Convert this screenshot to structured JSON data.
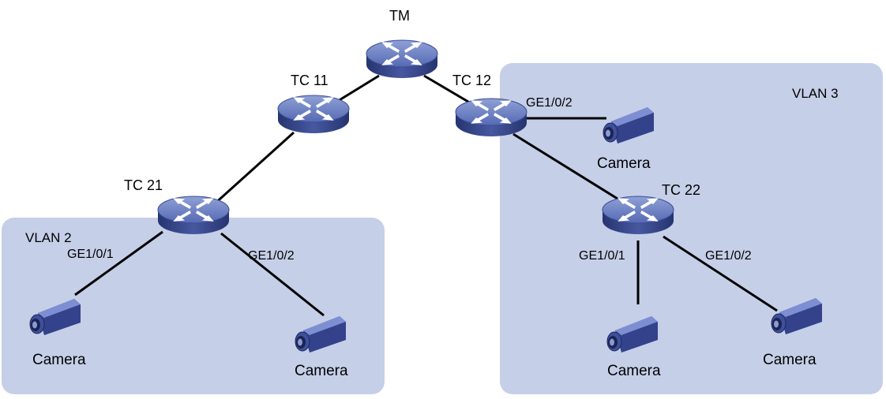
{
  "vlans": [
    {
      "id": "vlan2",
      "label": "VLAN 2"
    },
    {
      "id": "vlan3",
      "label": "VLAN 3"
    }
  ],
  "switches": {
    "tm": {
      "label": "TM"
    },
    "tc11": {
      "label": "TC 11"
    },
    "tc12": {
      "label": "TC 12"
    },
    "tc21": {
      "label": "TC 21"
    },
    "tc22": {
      "label": "TC 22"
    }
  },
  "ports": {
    "tc21_left": "GE1/0/1",
    "tc21_right": "GE1/0/2",
    "tc12_cam": "GE1/0/2",
    "tc22_left": "GE1/0/1",
    "tc22_right": "GE1/0/2"
  },
  "cameras": {
    "cam1": "Camera",
    "cam2": "Camera",
    "cam3": "Camera",
    "cam4": "Camera",
    "cam5": "Camera"
  },
  "colors": {
    "vlan_fill": "#c5cfe8",
    "switch_top": "#6f84c4",
    "switch_side": "#34438a",
    "link": "#000000",
    "camera_body": "#3d4f9e"
  },
  "icons": [
    "switch-icon",
    "camera-icon"
  ]
}
